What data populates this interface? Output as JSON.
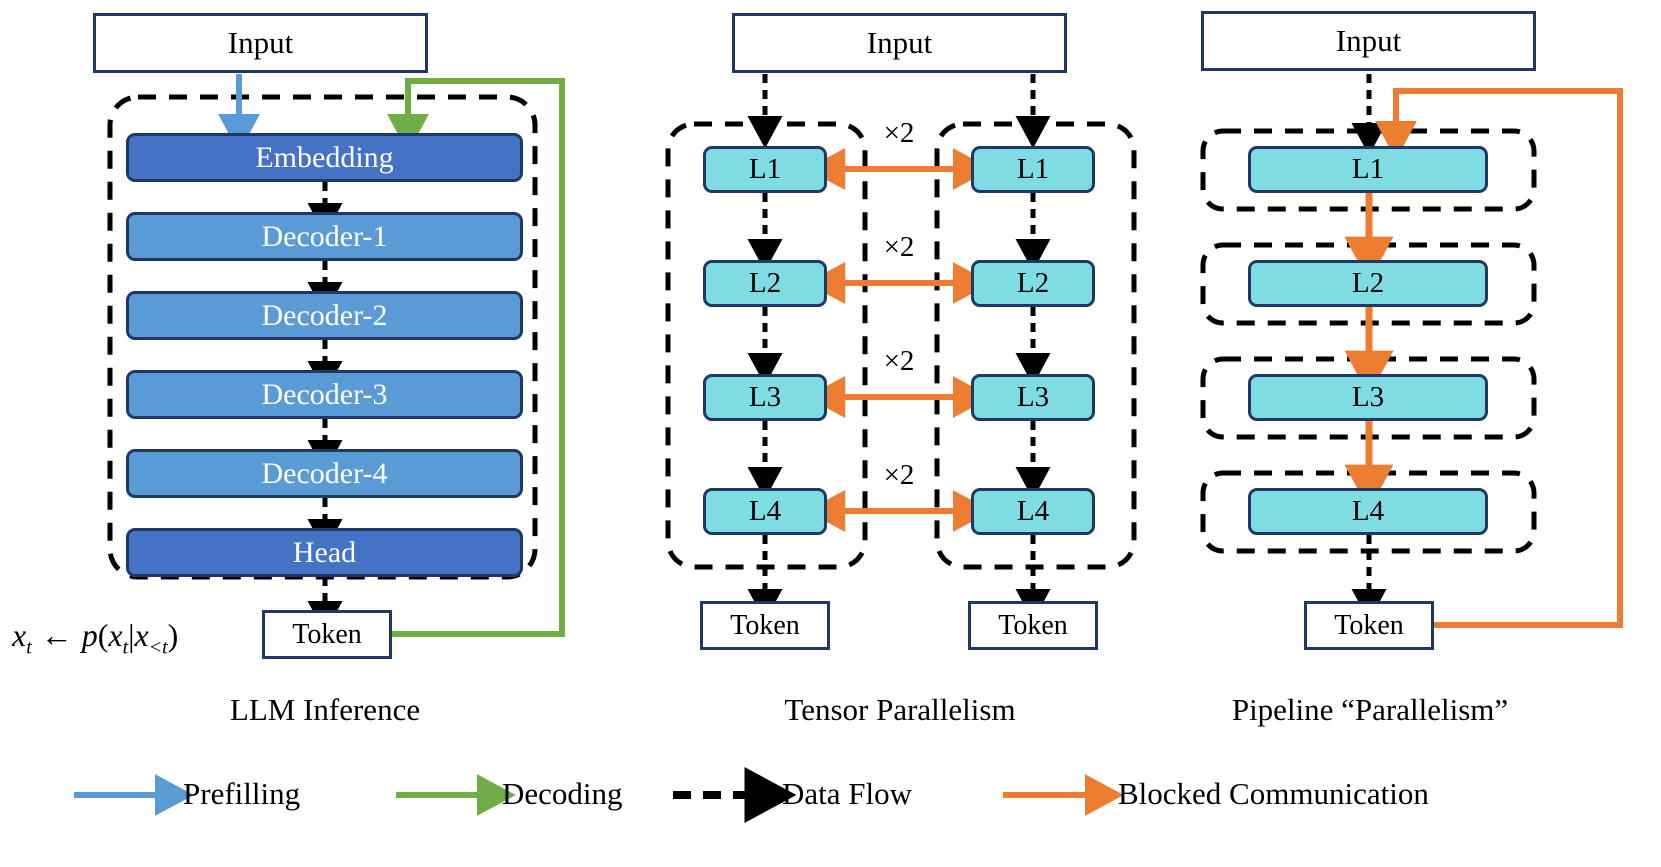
{
  "figure": {
    "title_absent": true,
    "panels": [
      {
        "id": "llm-inference",
        "caption": "LLM Inference",
        "input_label": "Input",
        "token_label": "Token",
        "formula": {
          "lhs_var": "x",
          "lhs_sub": "t",
          "arrow": "←",
          "fn": "p",
          "arg_var": "x",
          "arg_sub": "t",
          "bar": "|",
          "cond_var": "x",
          "cond_sub": "<t"
        },
        "blocks": [
          {
            "label": "Embedding",
            "color": "#4472C4",
            "kind": "head"
          },
          {
            "label": "Decoder-1",
            "color": "#5B9BD5",
            "kind": "decoder"
          },
          {
            "label": "Decoder-2",
            "color": "#5B9BD5",
            "kind": "decoder"
          },
          {
            "label": "Decoder-3",
            "color": "#5B9BD5",
            "kind": "decoder"
          },
          {
            "label": "Decoder-4",
            "color": "#5B9BD5",
            "kind": "decoder"
          },
          {
            "label": "Head",
            "color": "#4472C4",
            "kind": "head"
          }
        ]
      },
      {
        "id": "tensor-parallelism",
        "caption": "Tensor Parallelism",
        "input_label": "Input",
        "token_label": "Token",
        "device_count": 2,
        "layers": [
          "L1",
          "L2",
          "L3",
          "L4"
        ],
        "comm_labels": [
          "×2",
          "×2",
          "×2",
          "×2"
        ],
        "block_color": "#7EDCE2"
      },
      {
        "id": "pipeline-parallelism",
        "caption": "Pipeline “Parallelism”",
        "input_label": "Input",
        "token_label": "Token",
        "layers": [
          "L1",
          "L2",
          "L3",
          "L4"
        ],
        "block_color": "#7EDCE2"
      }
    ]
  },
  "legend": {
    "items": [
      {
        "key": "prefilling",
        "label": "Prefilling",
        "color": "#5B9BD5",
        "style": "solid"
      },
      {
        "key": "decoding",
        "label": "Decoding",
        "color": "#70AD47",
        "style": "solid"
      },
      {
        "key": "data-flow",
        "label": "Data Flow",
        "color": "#000000",
        "style": "dashed"
      },
      {
        "key": "blocked-communication",
        "label": "Blocked Communication",
        "color": "#ED7D31",
        "style": "solid"
      }
    ]
  },
  "colors": {
    "outline": "#1F3864",
    "embedding": "#4472C4",
    "decoder": "#5B9BD5",
    "layer_cyan": "#7EDCE2",
    "prefilling_blue": "#5B9BD5",
    "decoding_green": "#70AD47",
    "comm_orange": "#ED7D31",
    "dashed_black": "#000000"
  }
}
